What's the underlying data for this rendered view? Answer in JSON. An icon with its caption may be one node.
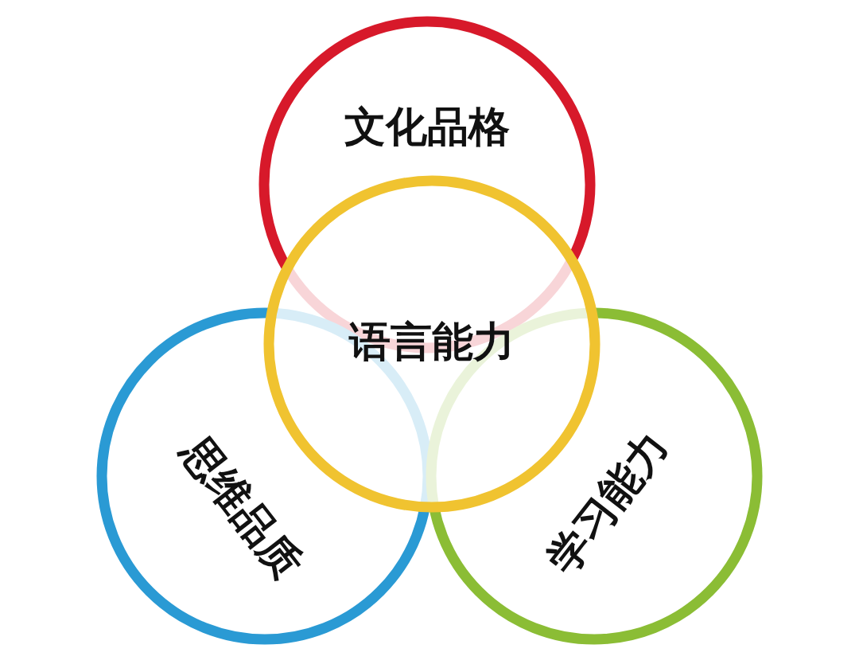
{
  "diagram": {
    "nodes": [
      {
        "text": [
          "文化品格"
        ]
      },
      {
        "text": [
          "思维品质"
        ]
      },
      {
        "text": [
          "学习能力"
        ]
      },
      {
        "text": [
          "语言能力"
        ]
      }
    ]
  }
}
